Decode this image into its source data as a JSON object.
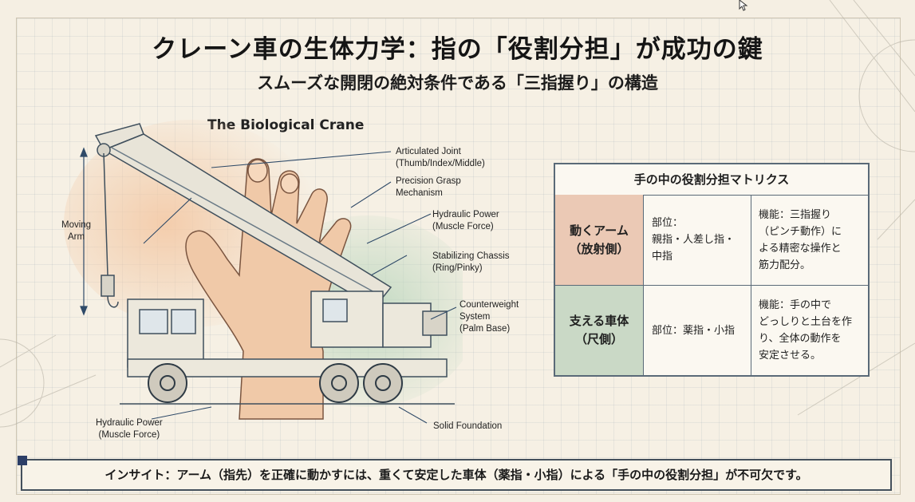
{
  "title": "クレーン車の生体力学：指の「役割分担」が成功の鍵",
  "subtitle": "スムーズな開閉の絶対条件である「三指握り」の構造",
  "illustration": {
    "title": "The Biological Crane",
    "labels": {
      "articulated_joint": [
        "Articulated Joint",
        "(Thumb/Index/Middle)"
      ],
      "precision_grasp": [
        "Precision Grasp",
        "Mechanism"
      ],
      "hydraulic_power_top": [
        "Hydraulic Power",
        "(Muscle Force)"
      ],
      "stabilizing_chassis": [
        "Stabilizing Chassis",
        "(Ring/Pinky)"
      ],
      "counterweight": [
        "Counterweight",
        "System",
        "(Palm Base)"
      ],
      "moving_arm": [
        "Moving",
        "Arm"
      ],
      "hydraulic_power_bottom": [
        "Hydraulic Power",
        "(Muscle Force)"
      ],
      "solid_foundation": [
        "Solid Foundation"
      ]
    }
  },
  "matrix": {
    "title": "手の中の役割分担マトリクス",
    "rows": [
      {
        "category": [
          "動くアーム",
          "（放射側）"
        ],
        "part": [
          "部位：",
          "親指・人差し指・",
          "中指"
        ],
        "function": [
          "機能：三指握り",
          "（ピンチ動作）に",
          "よる精密な操作と",
          "筋力配分。"
        ]
      },
      {
        "category": [
          "支える車体",
          "（尺側）"
        ],
        "part": [
          "部位：薬指・小指"
        ],
        "function": [
          "機能：手の中で",
          "どっしりと土台を作",
          "り、全体の動作を",
          "安定させる。"
        ]
      }
    ],
    "colors": {
      "arm": "#ebc9b5",
      "body": "#cad9c6",
      "border": "#5a6a78"
    }
  },
  "insight": "インサイト：アーム（指先）を正確に動かすには、重くて安定した車体（薬指・小指）による「手の中の役割分担」が不可欠です。"
}
